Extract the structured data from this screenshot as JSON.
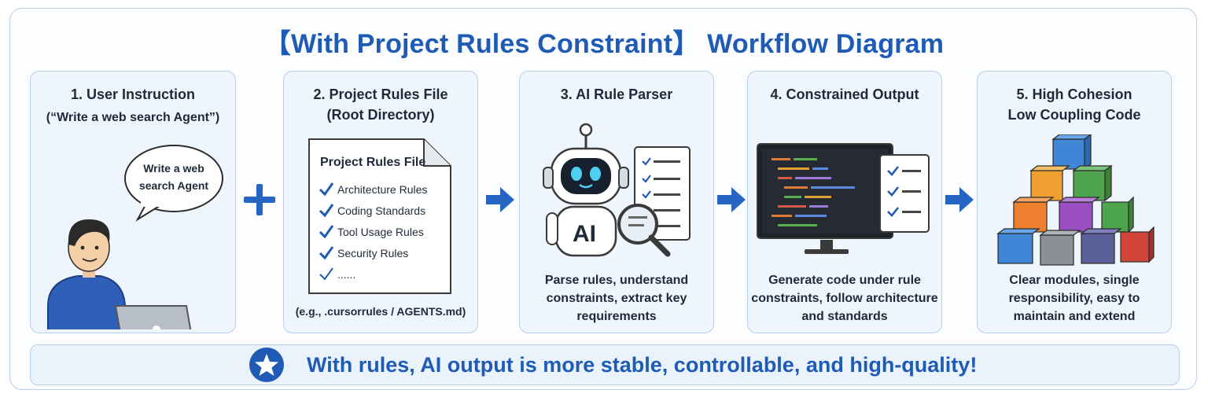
{
  "title": "【With Project Rules Constraint】 Workflow Diagram",
  "steps": [
    {
      "title_line1": "1. User Instruction",
      "title_line2": "(“Write a web search Agent”)",
      "bubble_line1": "Write a web",
      "bubble_line2": "search Agent"
    },
    {
      "title_line1": "2. Project Rules File",
      "title_line2": "(Root Directory)",
      "doc_title": "Project Rules File",
      "rules": [
        "Architecture Rules",
        "Coding Standards",
        "Tool Usage Rules",
        "Security Rules",
        "......"
      ],
      "note": "(e.g., .cursorrules / AGENTS.md)"
    },
    {
      "title_line1": "3. AI Rule Parser",
      "robot_label": "AI",
      "desc_line1": "Parse rules, understand",
      "desc_line2": "constraints, extract key",
      "desc_line3": "requirements"
    },
    {
      "title_line1": "4. Constrained Output",
      "desc_line1": "Generate code under rule",
      "desc_line2": "constraints, follow architecture",
      "desc_line3": "and standards"
    },
    {
      "title_line1": "5. High Cohesion",
      "title_line2": "Low Coupling Code",
      "desc_line1": "Clear modules, single",
      "desc_line2": "responsibility, easy to",
      "desc_line3": "maintain and extend"
    }
  ],
  "connectors": [
    "plus-icon",
    "arrow-right-icon",
    "arrow-right-icon",
    "arrow-right-icon"
  ],
  "footer": {
    "icon": "star-icon",
    "text": "With rules, AI output is more stable, controllable, and high-quality!"
  },
  "colors": {
    "accent": "#2566c4",
    "title": "#1f5bb5",
    "card_bg": "#eef5fd",
    "card_border": "#b7cdeb"
  }
}
